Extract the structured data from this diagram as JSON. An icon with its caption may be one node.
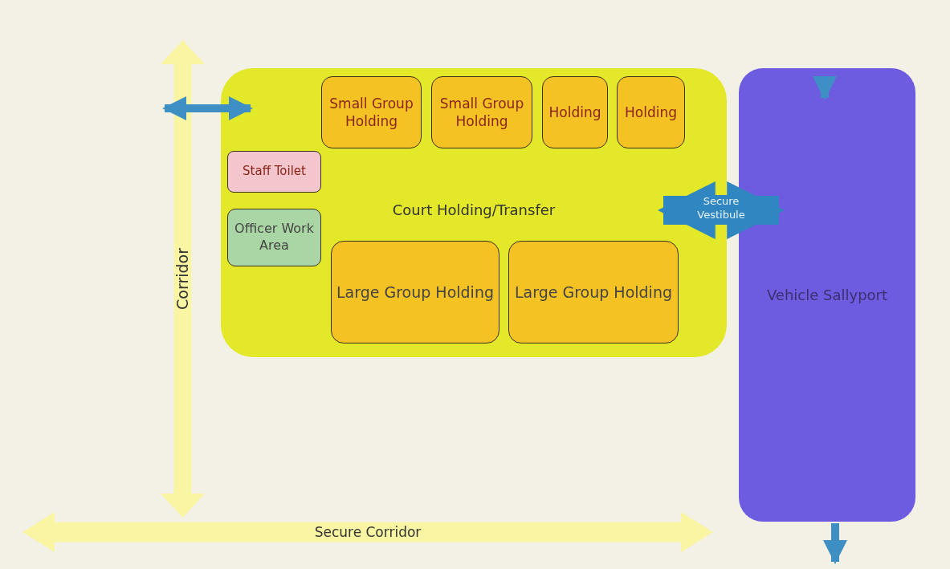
{
  "diagram": {
    "nodes": [
      {
        "text": [
          "Court Holding/Transfer"
        ]
      },
      {
        "text": [
          "Small Group Holding"
        ],
        "in": 0
      },
      {
        "text": [
          "Small Group Holding"
        ],
        "in": 0
      },
      {
        "text": [
          "Holding"
        ],
        "in": 0
      },
      {
        "text": [
          "Holding"
        ],
        "in": 0
      },
      {
        "text": [
          "Staff Toilet"
        ],
        "in": 0
      },
      {
        "text": [
          "Officer Work Area"
        ],
        "in": 0
      },
      {
        "text": [
          "Large Group Holding"
        ],
        "in": 0
      },
      {
        "text": [
          "Large Group Holding"
        ],
        "in": 0
      },
      {
        "text": [
          "Vehicle Sallyport"
        ]
      },
      {
        "text": [
          "Corridor"
        ]
      },
      {
        "text": [
          "Secure Corridor"
        ]
      }
    ],
    "edges": [
      {
        "from": 10,
        "to": 0,
        "arrow": "both"
      },
      {
        "from": 0,
        "to": 9,
        "arrow": "both",
        "label": "Secure Vestibule",
        "style": "thick"
      },
      {
        "from": null,
        "to": 9,
        "arrow": "to"
      },
      {
        "from": 9,
        "to": null,
        "arrow": "to"
      }
    ]
  }
}
